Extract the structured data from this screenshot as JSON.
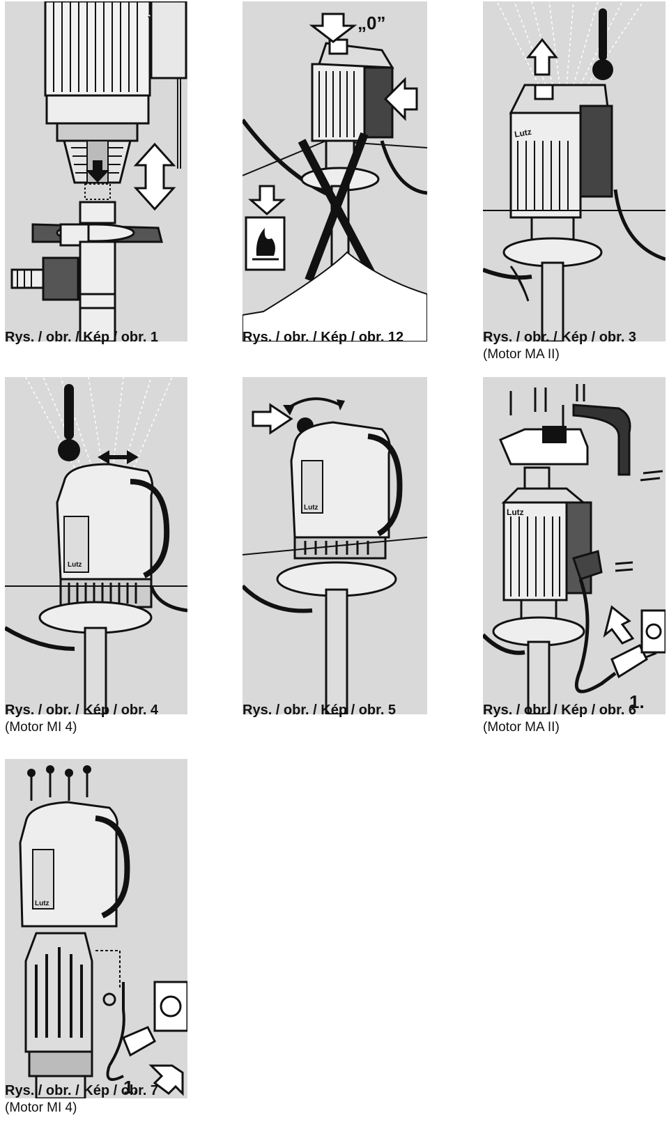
{
  "figures": [
    {
      "id": "obr1",
      "caption": "Rys. / obr. / Kép / obr. 1",
      "subcaption": ""
    },
    {
      "id": "obr12",
      "caption": "Rys. / obr. / Kép / obr. 12",
      "subcaption": "",
      "label": "„0”"
    },
    {
      "id": "obr3",
      "caption": "Rys. / obr. / Kép / obr. 3",
      "subcaption": "(Motor MA II)",
      "brand": "Lutz"
    },
    {
      "id": "obr4",
      "caption": "Rys. / obr. / Kép / obr. 4",
      "subcaption": "(Motor MI 4)",
      "brand": "Lutz"
    },
    {
      "id": "obr5",
      "caption": "Rys. / obr. / Kép / obr. 5",
      "subcaption": "",
      "brand": "Lutz"
    },
    {
      "id": "obr6",
      "caption": "Rys. / obr. / Kép / obr. 6",
      "subcaption": "(Motor MA II)",
      "step": "1.",
      "brand": "Lutz"
    },
    {
      "id": "obr7",
      "caption": "Rys. / obr. / Kép / obr. 7",
      "subcaption": "(Motor MI 4)",
      "step": "1.",
      "brand": "Lutz"
    }
  ],
  "icons": [
    "arrow-icon",
    "double-arrow-icon",
    "fire-warning-icon",
    "thermometer-icon",
    "cross-icon",
    "socket-icon",
    "plug-icon",
    "screw-icon",
    "rotate-arrow-icon"
  ]
}
